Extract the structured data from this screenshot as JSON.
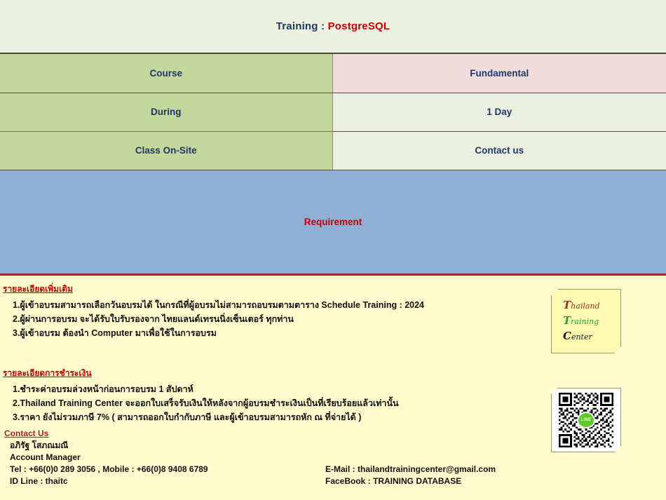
{
  "header": {
    "prefix": "Training : ",
    "course_name": "PostgreSQL"
  },
  "info_table": {
    "rows": [
      {
        "label": "Course",
        "value": "Fundamental"
      },
      {
        "label": "During",
        "value": "1 Day"
      },
      {
        "label": "Class On-Site",
        "value": "Contact us"
      }
    ]
  },
  "requirement": {
    "title": "Requirement"
  },
  "more_details": {
    "heading": "รายละเอียดเพิ่มเติม",
    "items": [
      "1.ผู้เข้าอบรมสามารถเลือกวันอบรมได้ ในกรณีที่ผู้อบรมไม่สามารถอบรมตามตาราง Schedule Training : 2024",
      "2.ผู้ผ่านการอบรม จะได้รับใบรับรองจาก ไทยแลนด์เทรนนิ่งเซ็นเตอร์ ทุกท่าน",
      "3.ผู้เข้าอบรม ต้องนำ Computer มาเพื่อใช้ในการอบรม"
    ]
  },
  "payment_details": {
    "heading": "รายละเอียดการชำระเงิน",
    "items": [
      "1.ชำระค่าอบรมล่วงหน้าก่อนการอบรม 1 สัปดาห์",
      "2.Thailand Training Center จะออกใบเสร็จรับเงินให้หลังจากผู้อบรมชำระเงินเป็นที่เรียบร้อยแล้วเท่านั้น",
      "3.ราคา ยังไม่รวมภาษี 7% ( สามารถออกใบกำกับภาษี และผู้เข้าอบรมสามารถหัก ณ ที่จ่ายได้ )"
    ]
  },
  "contact": {
    "heading": "Contact Us",
    "person_name": "อภิรัฐ  โสภณมณี",
    "job_title": "Account  Manager",
    "tel_line": "Tel : +66(0)0 289 3056 , Mobile  : +66(0)8 9408 6789",
    "id_line": "ID Line  : thaitc",
    "email_line": "E-Mail  : thailandtrainingcenter@gmail.com",
    "facebook_line": "FaceBook : TRAINING   DATABASE"
  },
  "logo": {
    "line1_cap": "T",
    "line1_rest": "hailand",
    "line2_cap": "T",
    "line2_rest": "raining",
    "line3_cap": "C",
    "line3_rest": "enter"
  },
  "qr": {
    "badge_label": "LINE",
    "alt": "line-qr-code"
  },
  "colors": {
    "accent_red": "#C00000",
    "navy": "#1F3864",
    "green": "#00A43C",
    "table_label_bg": "#C3D69B",
    "value_pink_bg": "#F2DCDB",
    "value_light_bg": "#EAEFDF",
    "requirement_bg": "#8FAFD6",
    "page_bg": "#FFFBCC"
  }
}
